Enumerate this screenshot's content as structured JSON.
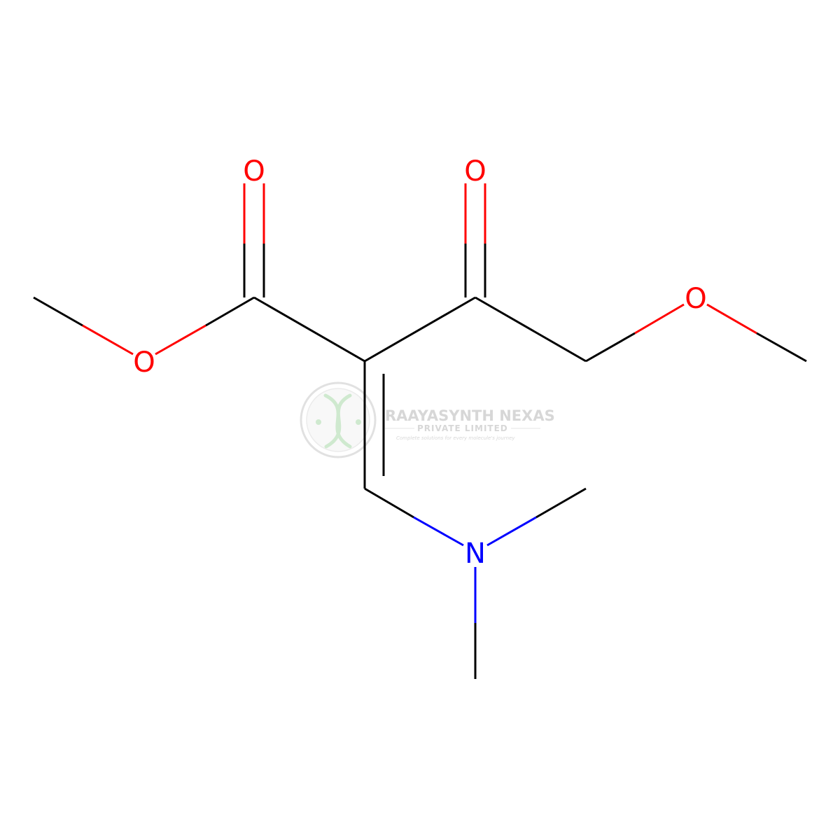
{
  "molecule": {
    "atoms": {
      "o_ester_carbonyl": "O",
      "o_ketone": "O",
      "o_ester_ether": "O",
      "o_methoxy": "O",
      "n_amine": "N"
    },
    "colors": {
      "bond": "#000000",
      "oxygen": "#ff0000",
      "nitrogen": "#0000ff"
    }
  },
  "watermark": {
    "company": "RAAYASYNTH NEXAS",
    "subtitle": "PRIVATE LIMITED",
    "tagline": "Complete solutions for every molecule's journey",
    "colors": {
      "text": "#b8b8b8",
      "logo_green": "#a8d8a8"
    }
  }
}
